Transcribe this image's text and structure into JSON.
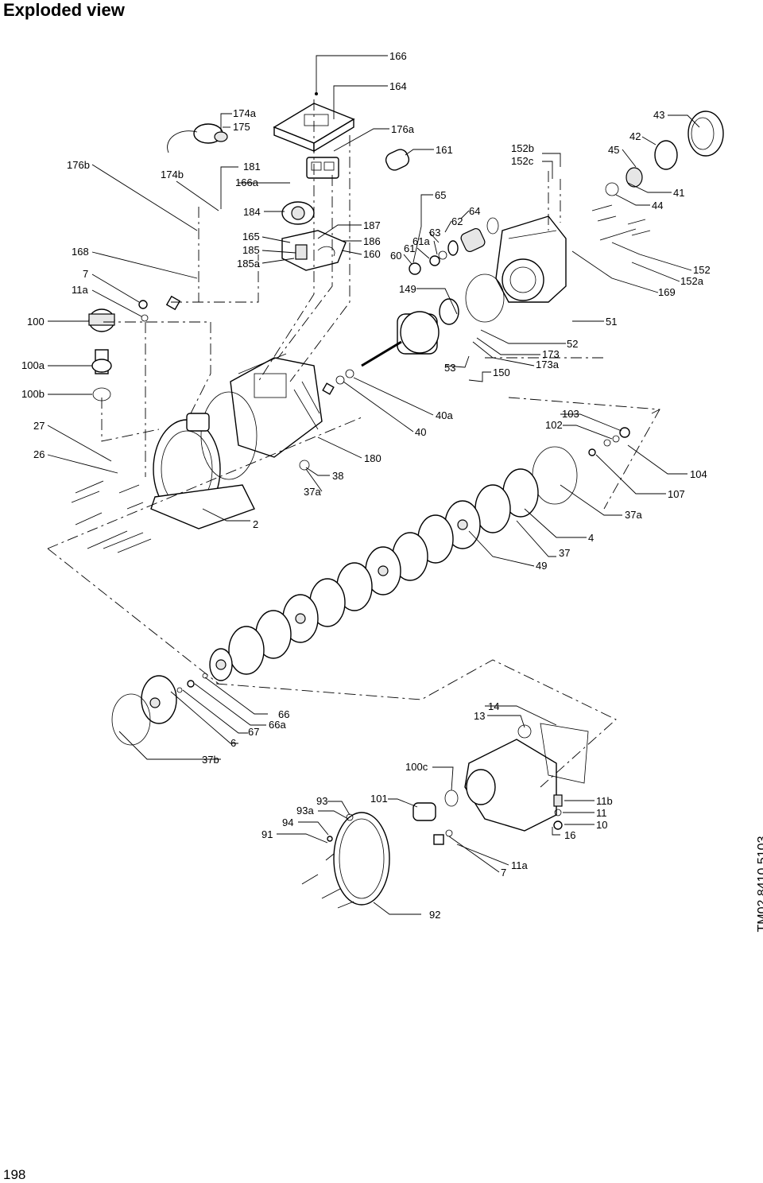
{
  "page": {
    "title": "Exploded view",
    "page_number": "198",
    "drawing_code": "TM02 8410 5103"
  },
  "labels": {
    "l166": "166",
    "l164": "164",
    "l174a": "174a",
    "l175": "175",
    "l176a": "176a",
    "l176b": "176b",
    "l174b": "174b",
    "l181": "181",
    "l166a": "166a",
    "l161": "161",
    "l152b": "152b",
    "l152c": "152c",
    "l43": "43",
    "l42": "42",
    "l45": "45",
    "l41": "41",
    "l44": "44",
    "l65": "65",
    "l184": "184",
    "l187": "187",
    "l64": "64",
    "l62": "62",
    "l63": "63",
    "l61a": "61a",
    "l61": "61",
    "l60": "60",
    "l168": "168",
    "l165": "165",
    "l185": "185",
    "l185a": "185a",
    "l186": "186",
    "l160": "160",
    "l7": "7",
    "l11a": "11a",
    "l149": "149",
    "l152": "152",
    "l152a": "152a",
    "l169": "169",
    "l100": "100",
    "l51": "51",
    "l52": "52",
    "l173": "173",
    "l173a": "173a",
    "l100a": "100a",
    "l53": "53",
    "l150": "150",
    "l100b": "100b",
    "l27": "27",
    "l40a": "40a",
    "l40": "40",
    "l103": "103",
    "l102": "102",
    "l26": "26",
    "l180": "180",
    "l38": "38",
    "l104": "104",
    "l37a": "37a",
    "l107": "107",
    "l37a_2": "37a",
    "l2": "2",
    "l4": "4",
    "l37": "37",
    "l49": "49",
    "l66": "66",
    "l66a": "66a",
    "l67": "67",
    "l6": "6",
    "l14": "14",
    "l13": "13",
    "l37b": "37b",
    "l100c": "100c",
    "l93": "93",
    "l101": "101",
    "l93a": "93a",
    "l94": "94",
    "l11b": "11b",
    "l11": "11",
    "l10": "10",
    "l91": "91",
    "l16": "16",
    "l11a_2": "11a",
    "l7_2": "7",
    "l92": "92"
  }
}
